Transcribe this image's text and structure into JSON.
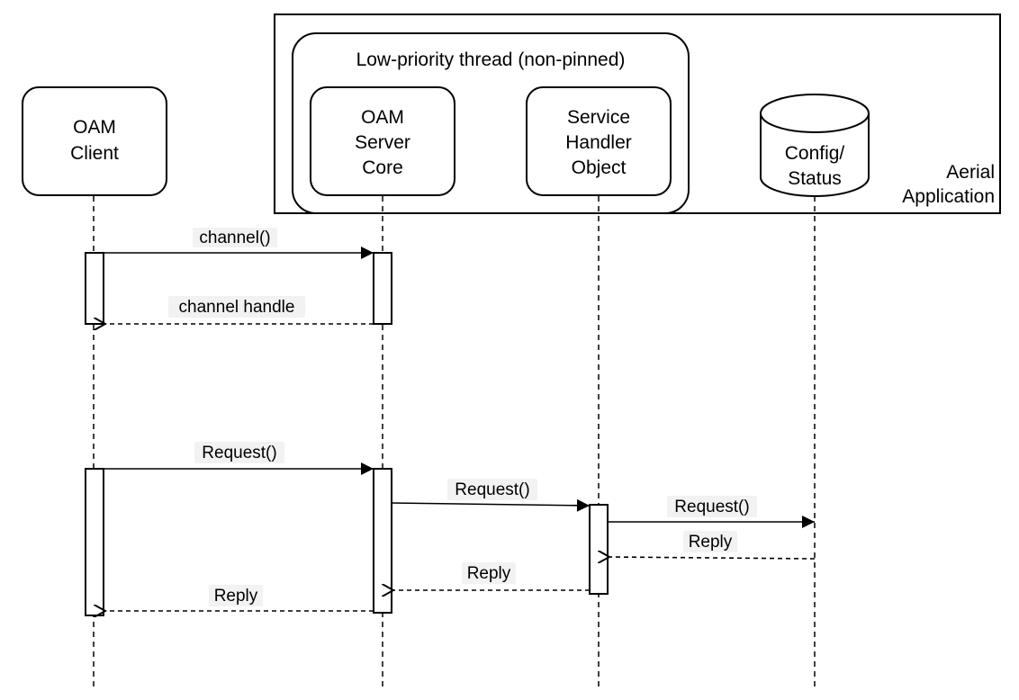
{
  "containers": {
    "app_label_line1": "Aerial",
    "app_label_line2": "Application",
    "thread_title": "Low-priority thread (non-pinned)"
  },
  "participants": {
    "client": [
      "OAM",
      "Client"
    ],
    "server": [
      "OAM",
      "Server",
      "Core"
    ],
    "handler": [
      "Service",
      "Handler",
      "Object"
    ],
    "store": [
      "Config/",
      "Status"
    ]
  },
  "messages": {
    "m1": "channel()",
    "m2": "channel handle",
    "m3": "Request()",
    "m4": "Request()",
    "m5": "Request()",
    "m6": "Reply",
    "m7": "Reply",
    "m8": "Reply"
  },
  "colors": {
    "line": "#000000",
    "background": "#ffffff",
    "label_highlight": "#f2f2f2"
  }
}
